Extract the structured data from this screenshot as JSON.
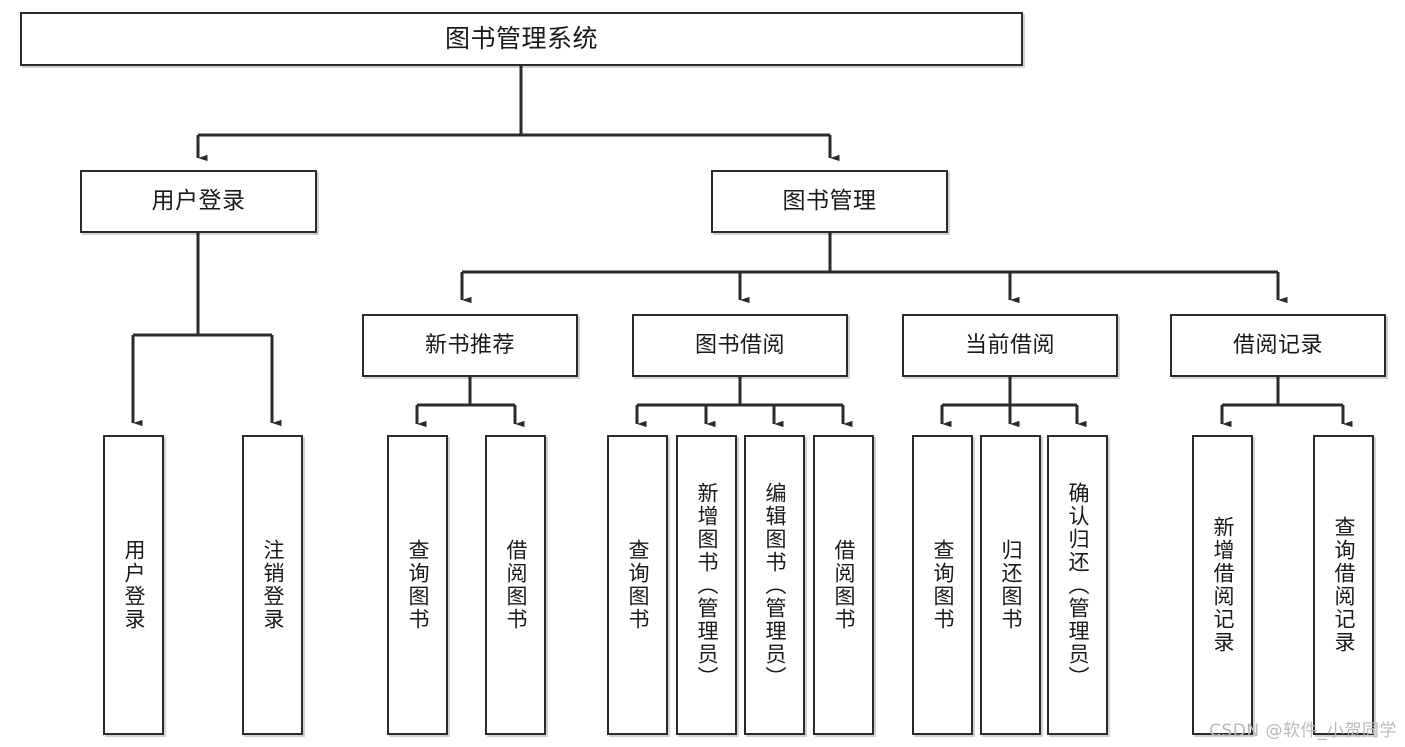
{
  "diagram": {
    "type": "tree",
    "title": "图书管理系统",
    "colors": {
      "box_border": "#2b2b2b",
      "box_fill": "#ffffff",
      "line": "#2b2b2b",
      "text": "#1a1a1a",
      "watermark": "#b9b9b9"
    },
    "root": {
      "label": "图书管理系统"
    },
    "level1": [
      {
        "label": "用户登录"
      },
      {
        "label": "图书管理"
      }
    ],
    "level2": [
      {
        "label": "新书推荐"
      },
      {
        "label": "图书借阅"
      },
      {
        "label": "当前借阅"
      },
      {
        "label": "借阅记录"
      }
    ],
    "leaves": {
      "user_login": [
        {
          "label": "用户登录"
        },
        {
          "label": "注销登录"
        }
      ],
      "new_book_recommend": [
        {
          "label": "查询图书"
        },
        {
          "label": "借阅图书"
        }
      ],
      "book_borrow": [
        {
          "label": "查询图书"
        },
        {
          "label": "新增图书（管理员）"
        },
        {
          "label": "编辑图书（管理员）"
        },
        {
          "label": "借阅图书"
        }
      ],
      "current_borrow": [
        {
          "label": "查询图书"
        },
        {
          "label": "归还图书"
        },
        {
          "label": "确认归还（管理员）"
        }
      ],
      "borrow_record": [
        {
          "label": "新增借阅记录"
        },
        {
          "label": "查询借阅记录"
        }
      ]
    },
    "watermark": "CSDN @软件_小贺同学"
  }
}
